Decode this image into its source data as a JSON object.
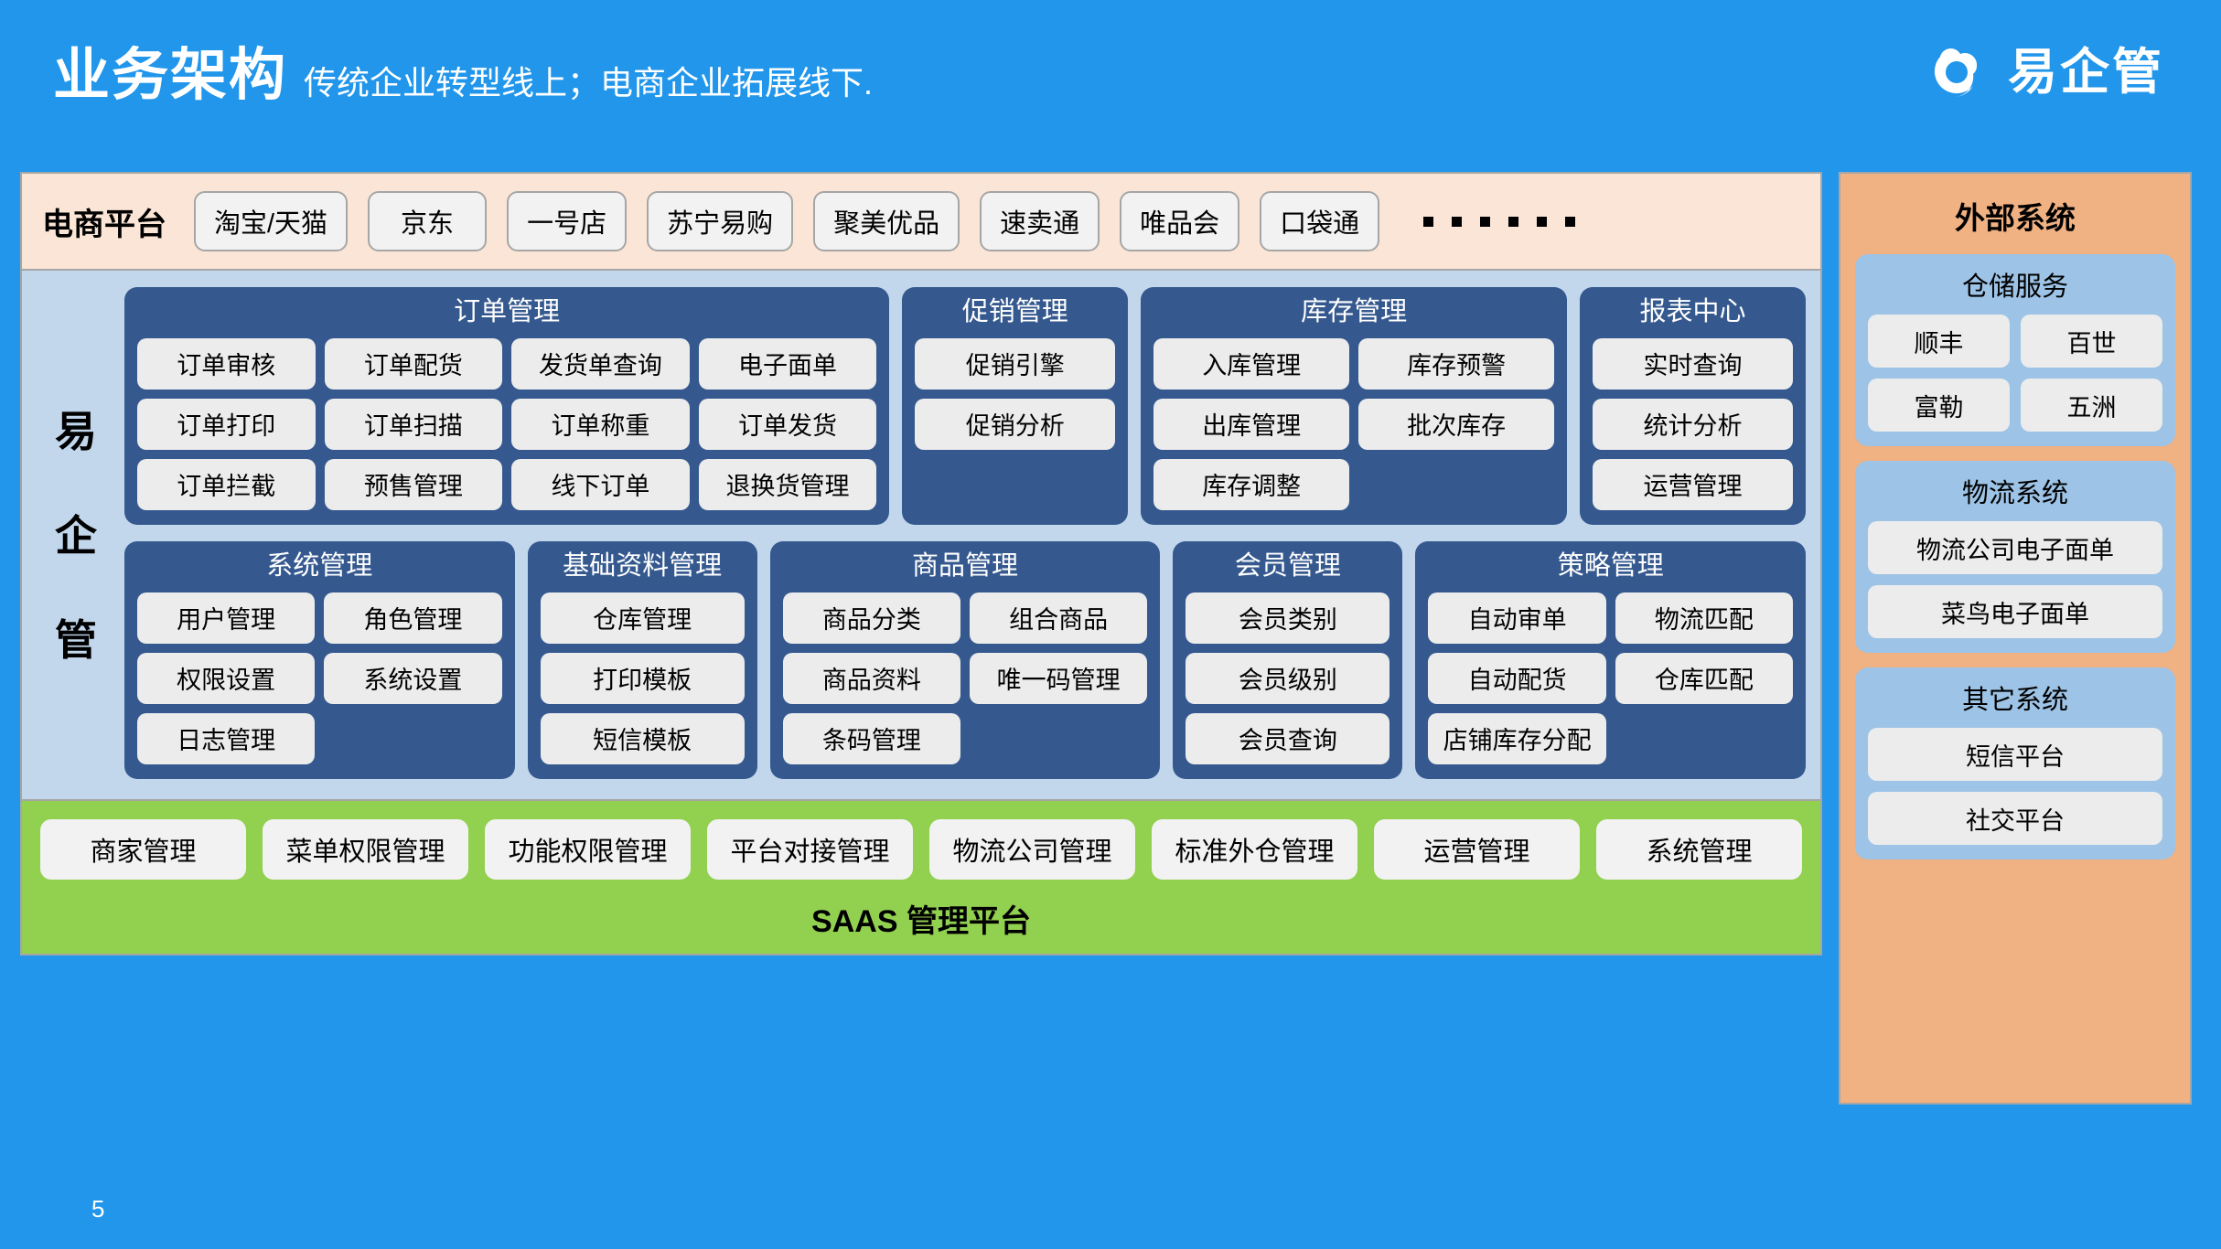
{
  "header": {
    "title": "业务架构",
    "subtitle": "传统企业转型线上；电商企业拓展线下.",
    "brand_name": "易企管",
    "brand_icon": "cloud-circle-logo",
    "bg_color": "#2196eb"
  },
  "ecommerce": {
    "label": "电商平台",
    "platforms": [
      "淘宝/天猫",
      "京东",
      "一号店",
      "苏宁易购",
      "聚美优品",
      "速卖通",
      "唯品会",
      "口袋通"
    ],
    "ellipsis_dots": 6,
    "bg_color": "#fbe5d6"
  },
  "core": {
    "vertical_label": [
      "易",
      "企",
      "管"
    ],
    "bg_color": "#c2d7ec",
    "panel_color": "#35598f",
    "rows": [
      {
        "panels": [
          {
            "title": "订单管理",
            "cols": 4,
            "flex": 48,
            "items": [
              "订单审核",
              "订单配货",
              "发货单查询",
              "电子面单",
              "订单打印",
              "订单扫描",
              "订单称重",
              "订单发货",
              "订单拦截",
              "预售管理",
              "线下订单",
              "退换货管理"
            ]
          },
          {
            "title": "促销管理",
            "cols": 1,
            "flex": 13,
            "items": [
              "促销引擎",
              "促销分析"
            ]
          },
          {
            "title": "库存管理",
            "cols": 2,
            "flex": 26,
            "items": [
              "入库管理",
              "库存预警",
              "出库管理",
              "批次库存",
              "库存调整"
            ]
          },
          {
            "title": "报表中心",
            "cols": 1,
            "flex": 13,
            "items": [
              "实时查询",
              "统计分析",
              "运营管理"
            ]
          }
        ]
      },
      {
        "panels": [
          {
            "title": "系统管理",
            "cols": 2,
            "flex": 25,
            "items": [
              "用户管理",
              "角色管理",
              "权限设置",
              "系统设置",
              "日志管理"
            ]
          },
          {
            "title": "基础资料管理",
            "cols": 1,
            "flex": 14,
            "items": [
              "仓库管理",
              "打印模板",
              "短信模板"
            ]
          },
          {
            "title": "商品管理",
            "cols": 2,
            "flex": 25,
            "items": [
              "商品分类",
              "组合商品",
              "商品资料",
              "唯一码管理",
              "条码管理"
            ]
          },
          {
            "title": "会员管理",
            "cols": 1,
            "flex": 14,
            "items": [
              "会员类别",
              "会员级别",
              "会员查询"
            ]
          },
          {
            "title": "策略管理",
            "cols": 2,
            "flex": 25,
            "items": [
              "自动审单",
              "物流匹配",
              "自动配货",
              "仓库匹配",
              "店铺库存分配"
            ]
          }
        ]
      }
    ]
  },
  "saas": {
    "items": [
      "商家管理",
      "菜单权限管理",
      "功能权限管理",
      "平台对接管理",
      "物流公司管理",
      "标准外仓管理",
      "运营管理",
      "系统管理"
    ],
    "title": "SAAS 管理平台",
    "bg_color": "#92d050"
  },
  "external": {
    "title": "外部系统",
    "bg_color": "#f0b183",
    "group_color": "#9dc3e6",
    "groups": [
      {
        "title": "仓储服务",
        "cols": 2,
        "items": [
          "顺丰",
          "百世",
          "富勒",
          "五洲"
        ]
      },
      {
        "title": "物流系统",
        "cols": 1,
        "items": [
          "物流公司电子面单",
          "菜鸟电子面单"
        ]
      },
      {
        "title": "其它系统",
        "cols": 1,
        "items": [
          "短信平台",
          "社交平台"
        ]
      }
    ]
  },
  "footer": {
    "page_number": "5"
  }
}
